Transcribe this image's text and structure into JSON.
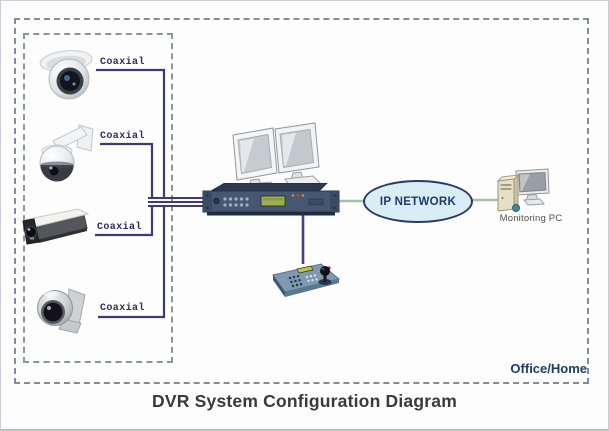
{
  "diagram": {
    "title": "DVR System Configuration Diagram",
    "location_label": "Office/Home"
  },
  "cameras": [
    {
      "icon": "dome-camera",
      "cable_label": "Coaxial"
    },
    {
      "icon": "ptz-camera",
      "cable_label": "Coaxial"
    },
    {
      "icon": "bullet-camera",
      "cable_label": "Coaxial"
    },
    {
      "icon": "dome-camera-side",
      "cable_label": "Coaxial"
    }
  ],
  "network": {
    "label": "IP NETWORK"
  },
  "monitoring_pc": {
    "label": "Monitoring PC"
  },
  "center_devices": {
    "dvr": "dvr-recorder",
    "displays": "dual-monitors",
    "controller": "ptz-keyboard-controller"
  },
  "colors": {
    "coaxial_line": "#3e3a78",
    "controller_line": "#4a3f8c",
    "network_line": "#9fc2ab",
    "network_node_fill": "#d9edf4",
    "network_node_border": "#2c3a6b",
    "dashed_border": "#858c95",
    "navy_text": "#1e3c64",
    "title_text": "#3a3a3a"
  }
}
